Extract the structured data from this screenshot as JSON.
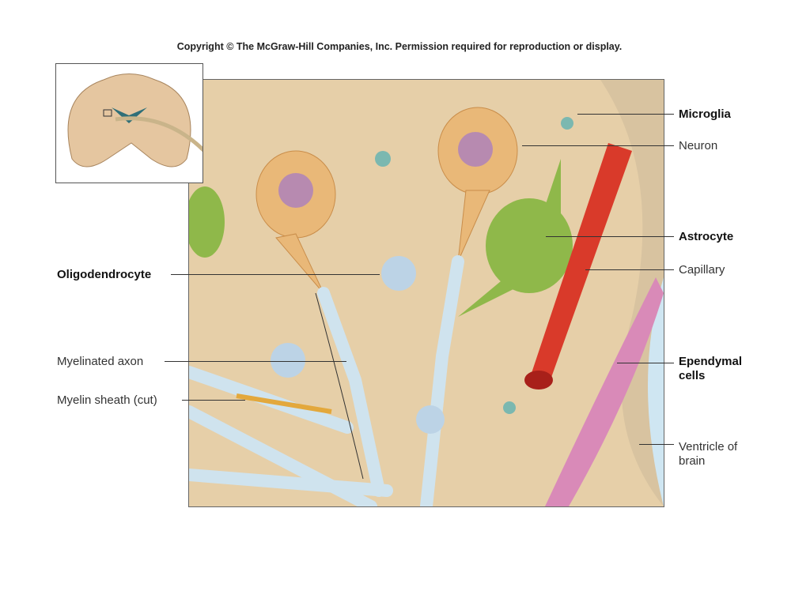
{
  "copyright": "Copyright © The McGraw-Hill Companies, Inc. Permission required for reproduction or display.",
  "labels": {
    "microglia": "Microglia",
    "neuron": "Neuron",
    "astrocyte": "Astrocyte",
    "capillary": "Capillary",
    "ependymal_line1": "Ependymal",
    "ependymal_line2": "cells",
    "ventricle_line1": "Ventricle of",
    "ventricle_line2": "brain",
    "oligodendrocyte": "Oligodendrocyte",
    "myelinated_axon": "Myelinated axon",
    "myelin_sheath": "Myelin sheath (cut)"
  },
  "colors": {
    "tissue": "#e6cfa8",
    "neuron": "#e9b878",
    "astrocyte": "#8fb84a",
    "capillary": "#d93a2a",
    "myelin": "#cfe3ee",
    "ependymal": "#d98ab8",
    "ventricle": "#cfe6f2"
  }
}
